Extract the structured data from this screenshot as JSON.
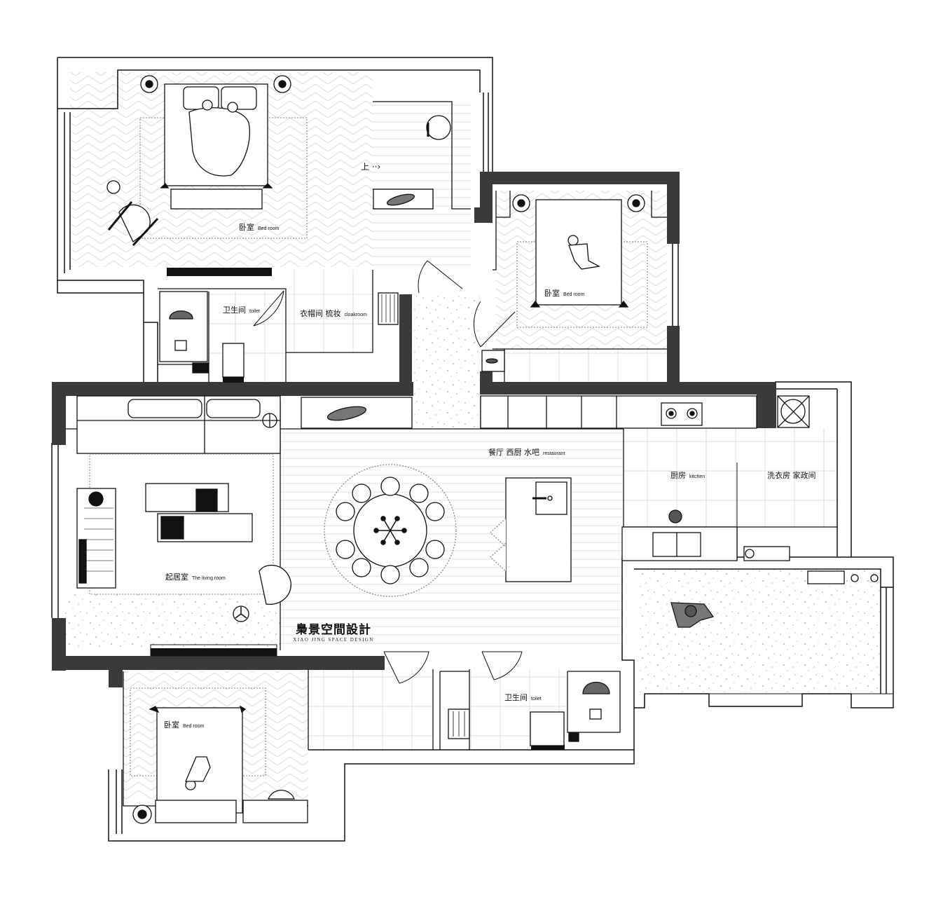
{
  "rooms": {
    "master_bedroom": {
      "zh": "卧室",
      "en": "Bed room"
    },
    "bedroom_2": {
      "zh": "卧室",
      "en": "Bed room"
    },
    "bedroom_3": {
      "zh": "卧室",
      "en": "Bed room"
    },
    "toilet_1": {
      "zh": "卫生间",
      "en": "toilet"
    },
    "cloakroom": {
      "zh": "衣帽间 梳妆",
      "en": "cloakroom"
    },
    "living_room": {
      "zh": "起居室",
      "en": "The living room"
    },
    "restaurant": {
      "zh": "餐厅 西厨 水吧",
      "en": "restaurant"
    },
    "kitchen": {
      "zh": "厨房",
      "en": "kitchen"
    },
    "laundry": {
      "zh": "洗衣房 家政间",
      "en": ""
    },
    "toilet_2": {
      "zh": "卫生间",
      "en": "toilet"
    }
  },
  "stair_label": "上",
  "logo": {
    "cn": "梟景空間設計",
    "en": "XIAO JING SPACE DESIGN"
  },
  "colors": {
    "wall": "#3a3a3c",
    "line": "#111111",
    "hatch": "#d6d6d6",
    "terrazzo": "#bdbdbd"
  }
}
